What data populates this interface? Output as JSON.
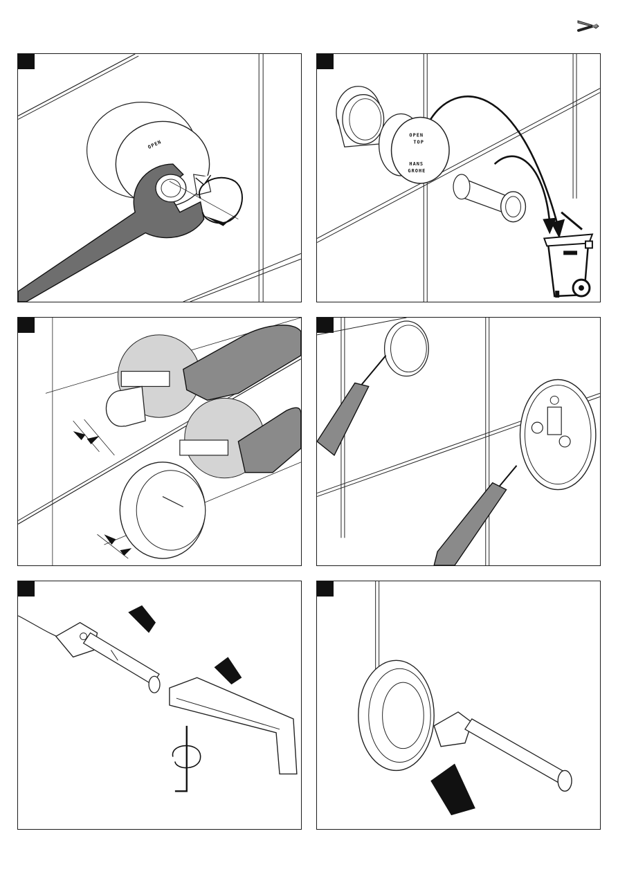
{
  "page": {
    "icon": "wrench-screwdriver-icon"
  },
  "colors": {
    "ink": "#1a1a1a",
    "wrench": "#6e6e6e",
    "grip": "#8a8a8a",
    "disc": "#d4d4d4"
  },
  "steps": [
    {
      "icon": "wrench-icon",
      "markings": [
        "OPEN"
      ]
    },
    {
      "icon": "trash-bin-icon",
      "markings": [
        "OPEN",
        "TOP",
        "HANS",
        "GROHE"
      ]
    },
    {
      "icon": "saw-icon",
      "markings": []
    },
    {
      "icon": "sealant-gun-icon",
      "markings": []
    },
    {
      "icon": "hex-key-icon",
      "markings": []
    },
    {
      "icon": "push-arrow-icon",
      "markings": []
    }
  ]
}
